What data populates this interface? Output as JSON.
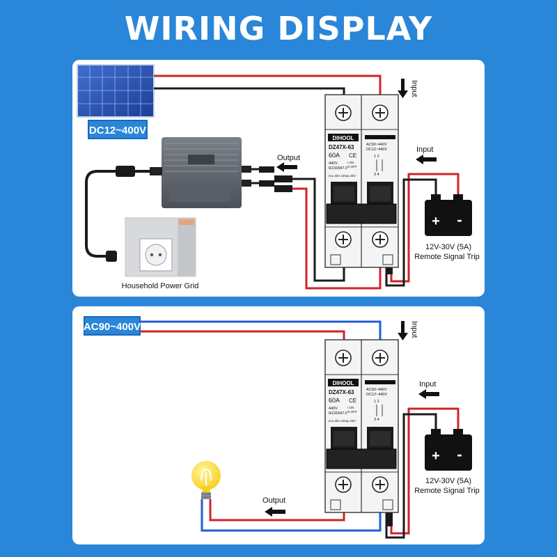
{
  "title": "WIRING DISPLAY",
  "colors": {
    "background": "#2a86d8",
    "wire_positive": "#d0222a",
    "wire_negative": "#1a1a1a",
    "wire_blue": "#1f5fd6",
    "voltage_badge": "#2a86d8"
  },
  "top": {
    "dc_badge": "DC12~400V",
    "output_label": "Output",
    "input_label_top": "Input",
    "input_label_side": "Input",
    "grid_label": "Household Power Grid",
    "battery_plus": "+",
    "battery_minus": "-",
    "battery_voltage": "12V-30V (5A)",
    "battery_caption": "Remote Signal Trip"
  },
  "bottom": {
    "ac_badge": "AC90~400V",
    "output_label": "Output",
    "input_label_top": "Input",
    "input_label_side": "Input",
    "battery_plus": "+",
    "battery_minus": "-",
    "battery_voltage": "12V-30V (5A)",
    "battery_caption": "Remote Signal Trip"
  },
  "breaker": {
    "brand": "DIHOOL",
    "model": "DZ47X-63",
    "current": "60A",
    "ce": "CE",
    "voltage_main": "440V",
    "on_label": "I ON",
    "off_label": "O OFF",
    "standard": "IEC60947-2",
    "spec": "Icu=4kA  Uimp=4kV",
    "aux_ac": "AC90~440V",
    "aux_dc": "DC12~440V",
    "aux_terminals_top": "1  2",
    "aux_terminals_bottom": "3  4"
  }
}
